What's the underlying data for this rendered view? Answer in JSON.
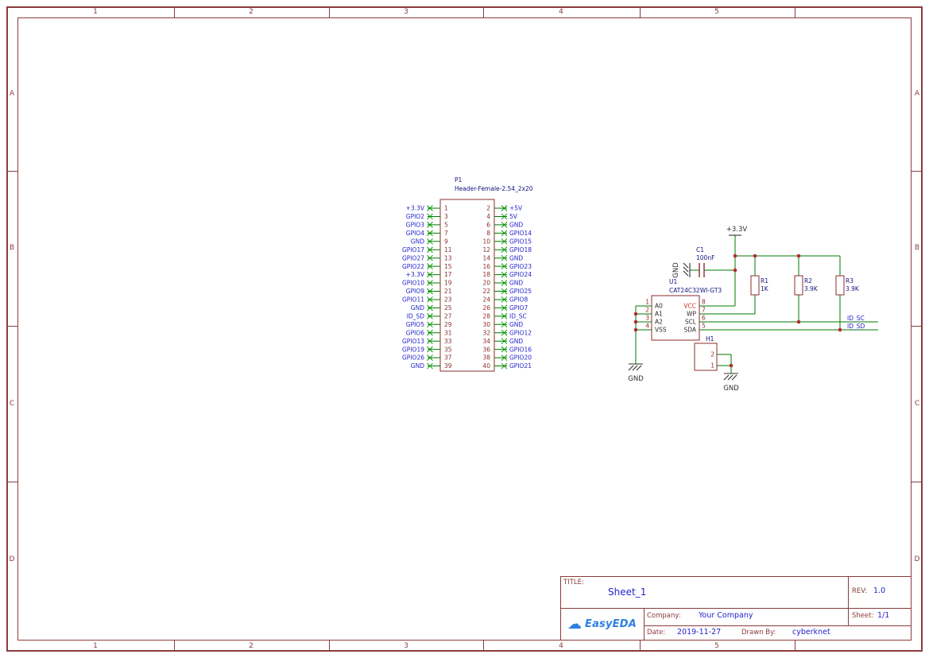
{
  "frame": {
    "columns": [
      "1",
      "2",
      "3",
      "4",
      "5"
    ],
    "rows": [
      "A",
      "B",
      "C",
      "D"
    ]
  },
  "components": {
    "p1": {
      "ref": "P1",
      "part": "Header-Female-2.54_2x20",
      "rows": [
        {
          "left_label": "+3.3V",
          "left_pin": "1",
          "right_pin": "2",
          "right_label": "+5V"
        },
        {
          "left_label": "GPIO2",
          "left_pin": "3",
          "right_pin": "4",
          "right_label": "5V"
        },
        {
          "left_label": "GPIO3",
          "left_pin": "5",
          "right_pin": "6",
          "right_label": "GND"
        },
        {
          "left_label": "GPIO4",
          "left_pin": "7",
          "right_pin": "8",
          "right_label": "GPIO14"
        },
        {
          "left_label": "GND",
          "left_pin": "9",
          "right_pin": "10",
          "right_label": "GPIO15"
        },
        {
          "left_label": "GPIO17",
          "left_pin": "11",
          "right_pin": "12",
          "right_label": "GPIO18"
        },
        {
          "left_label": "GPIO27",
          "left_pin": "13",
          "right_pin": "14",
          "right_label": "GND"
        },
        {
          "left_label": "GPIO22",
          "left_pin": "15",
          "right_pin": "16",
          "right_label": "GPIO23"
        },
        {
          "left_label": "+3.3V",
          "left_pin": "17",
          "right_pin": "18",
          "right_label": "GPIO24"
        },
        {
          "left_label": "GPIO10",
          "left_pin": "19",
          "right_pin": "20",
          "right_label": "GND"
        },
        {
          "left_label": "GPIO9",
          "left_pin": "21",
          "right_pin": "22",
          "right_label": "GPIO25"
        },
        {
          "left_label": "GPIO11",
          "left_pin": "23",
          "right_pin": "24",
          "right_label": "GPIO8"
        },
        {
          "left_label": "GND",
          "left_pin": "25",
          "right_pin": "26",
          "right_label": "GPIO7"
        },
        {
          "left_label": "ID_SD",
          "left_pin": "27",
          "right_pin": "28",
          "right_label": "ID_SC"
        },
        {
          "left_label": "GPIO5",
          "left_pin": "29",
          "right_pin": "30",
          "right_label": "GND"
        },
        {
          "left_label": "GPIO6",
          "left_pin": "31",
          "right_pin": "32",
          "right_label": "GPIO12"
        },
        {
          "left_label": "GPIO13",
          "left_pin": "33",
          "right_pin": "34",
          "right_label": "GND"
        },
        {
          "left_label": "GPIO19",
          "left_pin": "35",
          "right_pin": "36",
          "right_label": "GPIO16"
        },
        {
          "left_label": "GPIO26",
          "left_pin": "37",
          "right_pin": "38",
          "right_label": "GPIO20"
        },
        {
          "left_label": "GND",
          "left_pin": "39",
          "right_pin": "40",
          "right_label": "GPIO21"
        }
      ]
    },
    "u1": {
      "ref": "U1",
      "part": "CAT24C32WI-GT3",
      "pins_left": [
        {
          "num": "1",
          "name": "A0"
        },
        {
          "num": "2",
          "name": "A1"
        },
        {
          "num": "3",
          "name": "A2"
        },
        {
          "num": "4",
          "name": "VSS"
        }
      ],
      "pins_right": [
        {
          "num": "8",
          "name": "VCC"
        },
        {
          "num": "7",
          "name": "WP"
        },
        {
          "num": "6",
          "name": "SCL"
        },
        {
          "num": "5",
          "name": "SDA"
        }
      ]
    },
    "c1": {
      "ref": "C1",
      "value": "100nF"
    },
    "r1": {
      "ref": "R1",
      "value": "1K"
    },
    "r2": {
      "ref": "R2",
      "value": "3.9K"
    },
    "r3": {
      "ref": "R3",
      "value": "3.9K"
    },
    "h1": {
      "ref": "H1",
      "pin_top": "2",
      "pin_bottom": "1"
    }
  },
  "power": {
    "v33": "+3.3V",
    "gnd": "GND"
  },
  "net_labels": {
    "id_sc": "ID_SC",
    "id_sd": "ID_SD"
  },
  "title_block": {
    "title_label": "TITLE:",
    "title": "Sheet_1",
    "rev_label": "REV:",
    "rev": "1.0",
    "company_label": "Company:",
    "company": "Your Company",
    "sheet_label": "Sheet:",
    "sheet": "1/1",
    "date_label": "Date:",
    "date": "2019-11-27",
    "drawn_label": "Drawn By:",
    "drawn_by": "cyberknet",
    "logo": "EasyEDA"
  },
  "colors": {
    "frame": "#8c3b3b",
    "wire": "#007a00",
    "component_outline": "#8b2e2e",
    "net_label": "#2323cc",
    "annotation": "#12127e",
    "junction": "#b03030",
    "logo_blue": "#2e7fe0"
  }
}
